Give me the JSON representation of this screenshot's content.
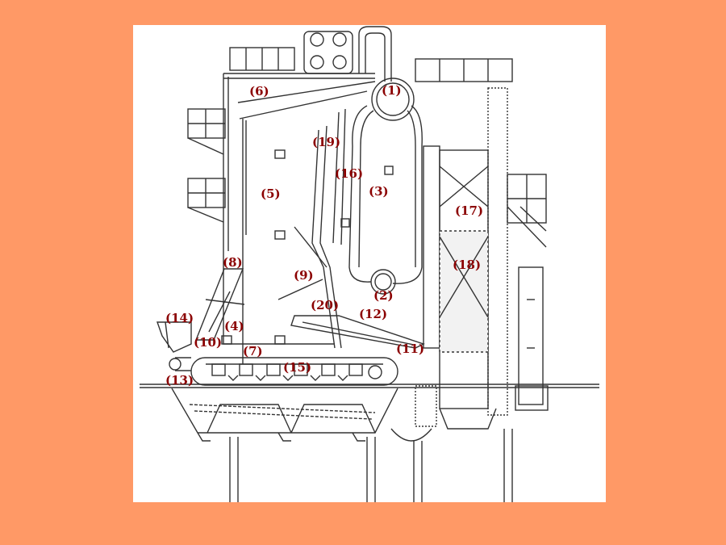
{
  "colors": {
    "background": "#ff9966",
    "panel": "#ffffff",
    "line": "#333333",
    "label": "#8b0000"
  },
  "labels": {
    "l1": "(1)",
    "l2": "(2)",
    "l3": "(3)",
    "l4": "(4)",
    "l5": "(5)",
    "l6": "(6)",
    "l7": "(7)",
    "l8": "(8)",
    "l9": "(9)",
    "l10": "(10)",
    "l11": "(11)",
    "l12": "(12)",
    "l13": "(13)",
    "l14": "(14)",
    "l15": "(15)",
    "l16": "(16)",
    "l17": "(17)",
    "l18": "(18)",
    "l19": "(19)",
    "l20": "(20)"
  }
}
